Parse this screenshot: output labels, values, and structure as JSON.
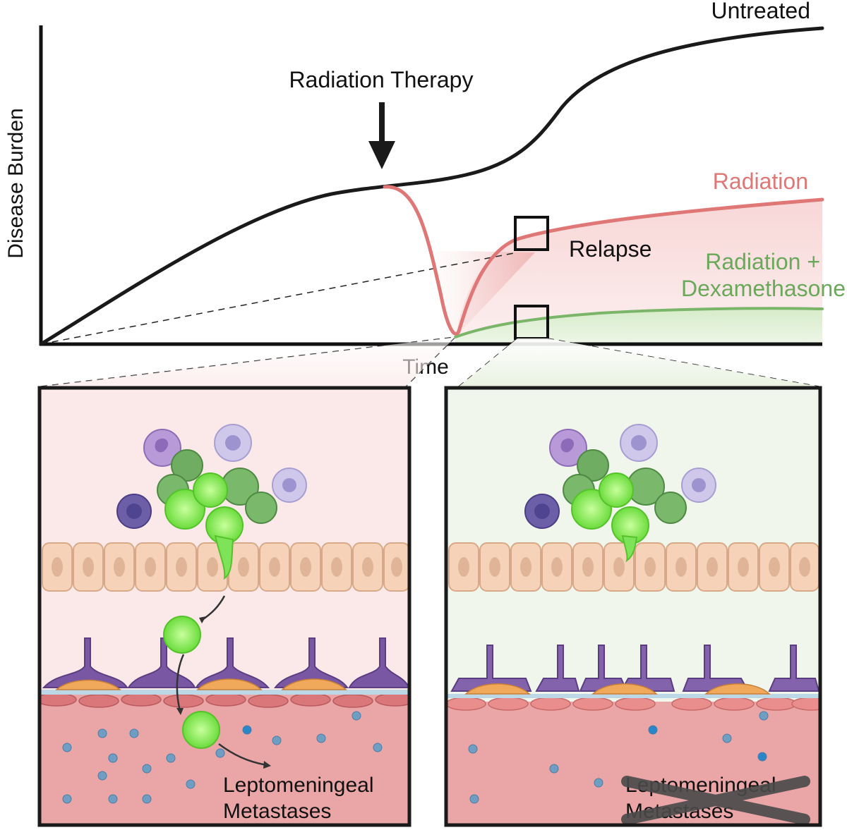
{
  "graph": {
    "y_axis_label": "Disease Burden",
    "x_axis_label": "Time",
    "annotation_therapy": "Radiation Therapy",
    "annotation_relapse": "Relapse",
    "curves": {
      "untreated": "Untreated",
      "radiation": "Radiation",
      "radiation_dex_line1": "Radiation +",
      "radiation_dex_line2": "Dexamethasone"
    }
  },
  "panels": {
    "left": {
      "label_line1": "Leptomeningeal",
      "label_line2": "Metastases",
      "struck_through": false
    },
    "right": {
      "label_line1": "Leptomeningeal",
      "label_line2": "Metastases",
      "struck_through": true
    }
  },
  "colors": {
    "untreated": "#1a1a1a",
    "radiation": "#e07777",
    "radiation_dex": "#7ab56a",
    "left_panel_bg": "#fbe9e9",
    "right_panel_bg": "#f1f6ec",
    "tissue": "#eaa6a6",
    "epithelium": "#f6d3b8",
    "tumor_cell": "#7fe35a",
    "immune_purple": "#a98bd0",
    "macrophage_green": "#5fa15a",
    "dot_blue": "#6f9ec2"
  }
}
